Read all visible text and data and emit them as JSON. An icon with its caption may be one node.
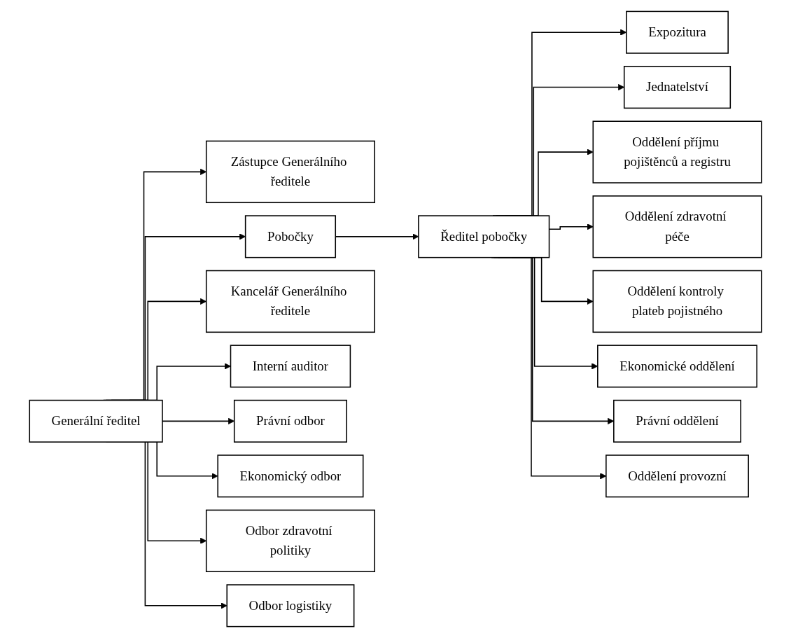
{
  "diagram": {
    "nodes": [
      {
        "text": [
          "Generální ředitel"
        ]
      },
      {
        "text": [
          "Zástupce Generálního ředitele"
        ]
      },
      {
        "text": [
          "Pobočky"
        ]
      },
      {
        "text": [
          "Ředitel pobočky"
        ]
      },
      {
        "text": [
          "Kancelář Generálního ředitele"
        ]
      },
      {
        "text": [
          "Expozitura"
        ]
      },
      {
        "text": [
          "Jednatelství"
        ]
      },
      {
        "text": [
          "Interní auditor"
        ]
      },
      {
        "text": [
          "Oddělení příjmu pojištěnců a registru"
        ]
      },
      {
        "text": [
          "Oddělení zdravotní péče"
        ]
      },
      {
        "text": [
          "Právní odbor"
        ]
      },
      {
        "text": [
          "Ekonomický odbor"
        ]
      },
      {
        "text": [
          "Oddělení kontroly plateb pojistného"
        ]
      },
      {
        "text": [
          "Ekonomické oddělení"
        ]
      },
      {
        "text": [
          "Odbor zdravotní politiky"
        ]
      },
      {
        "text": [
          "Právní oddělení"
        ]
      },
      {
        "text": [
          "Oddělení provozní"
        ]
      },
      {
        "text": [
          "Odbor logistiky"
        ]
      }
    ],
    "edges": [
      {
        "from": 0,
        "to": 1,
        "arrow": "to"
      },
      {
        "from": 0,
        "to": 2,
        "arrow": "to"
      },
      {
        "from": 0,
        "to": 4,
        "arrow": "to"
      },
      {
        "from": 0,
        "to": 7,
        "arrow": "to"
      },
      {
        "from": 0,
        "to": 10,
        "arrow": "to"
      },
      {
        "from": 0,
        "to": 11,
        "arrow": "to"
      },
      {
        "from": 0,
        "to": 14,
        "arrow": "to"
      },
      {
        "from": 0,
        "to": 17,
        "arrow": "to"
      },
      {
        "from": 2,
        "to": 3,
        "arrow": "to"
      },
      {
        "from": 3,
        "to": 5,
        "arrow": "to"
      },
      {
        "from": 3,
        "to": 6,
        "arrow": "to"
      },
      {
        "from": 3,
        "to": 8,
        "arrow": "to"
      },
      {
        "from": 3,
        "to": 9,
        "arrow": "to"
      },
      {
        "from": 3,
        "to": 12,
        "arrow": "to"
      },
      {
        "from": 3,
        "to": 13,
        "arrow": "to"
      },
      {
        "from": 3,
        "to": 15,
        "arrow": "to"
      },
      {
        "from": 3,
        "to": 16,
        "arrow": "to"
      }
    ]
  }
}
